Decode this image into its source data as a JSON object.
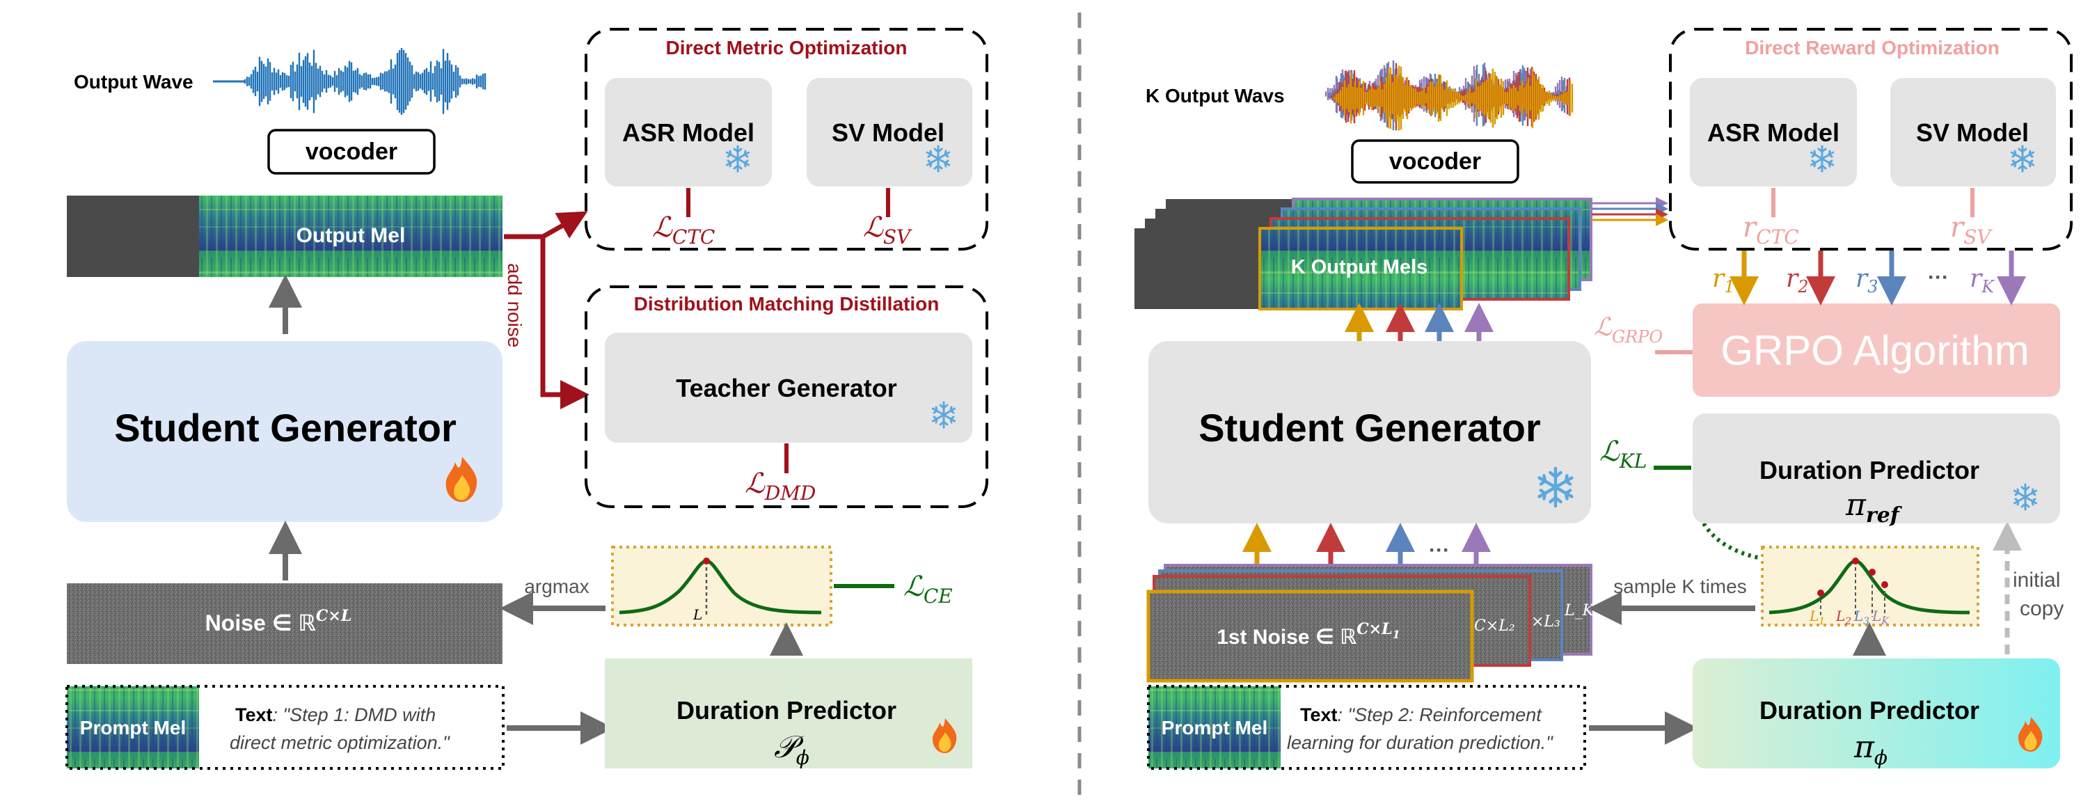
{
  "left": {
    "output_wave_label": "Output Wave",
    "vocoder": "vocoder",
    "output_mel": "Output Mel",
    "add_noise": "add noise",
    "dmo_title": "Direct Metric Optimization",
    "asr_model": "ASR Model",
    "sv_model": "SV Model",
    "loss_ctc": "ℒ",
    "loss_ctc_sub": "CTC",
    "loss_sv": "ℒ",
    "loss_sv_sub": "SV",
    "dmd_title": "Distribution Matching Distillation",
    "teacher_generator": "Teacher Generator",
    "loss_dmd": "ℒ",
    "loss_dmd_sub": "DMD",
    "student_generator": "Student Generator",
    "argmax": "argmax",
    "loss_ce": "ℒ",
    "loss_ce_sub": "CE",
    "curve_label": "L",
    "noise": "Noise ∈ ℝ",
    "noise_sup": "C×L",
    "prompt_mel": "Prompt Mel",
    "text_label": "Text",
    "text_line1": ": \"Step 1: DMD with",
    "text_line2": "direct metric optimization.\"",
    "duration_predictor": "Duration Predictor",
    "dp_symbol": "𝒫",
    "dp_sub": "ϕ"
  },
  "right": {
    "k_output_wavs_label": "K Output Wavs",
    "vocoder": "vocoder",
    "k_output_mels": "K Output Mels",
    "dro_title": "Direct Reward Optimization",
    "asr_model": "ASR Model",
    "sv_model": "SV Model",
    "r_ctc": "r",
    "r_ctc_sub": "CTC",
    "r_sv": "r",
    "r_sv_sub": "SV",
    "rewards": [
      {
        "base": "r",
        "sub": "1"
      },
      {
        "base": "r",
        "sub": "2"
      },
      {
        "base": "r",
        "sub": "3"
      },
      {
        "base": "r",
        "sub": "K"
      }
    ],
    "ellipsis": "···",
    "loss_grpo": "ℒ",
    "loss_grpo_sub": "GRPO",
    "grpo_algorithm": "GRPO Algorithm",
    "loss_kl": "ℒ",
    "loss_kl_sub": "KL",
    "student_generator": "Student Generator",
    "duration_predictor_ref": "Duration Predictor",
    "pi_ref": "π",
    "pi_ref_sub": "ref",
    "sample_k_times": "sample K times",
    "initial": "initial",
    "copy": "copy",
    "curve_labels": [
      "L",
      "L",
      "L",
      "L"
    ],
    "curve_label_subs": [
      "1",
      "2",
      "3",
      "K"
    ],
    "noise_first": "1st Noise ∈ ℝ",
    "noise_first_sup": "C×L",
    "noise_first_sup_sub": "1",
    "noise_stack_labels": [
      "C×L₂",
      "×L₃",
      "L_K"
    ],
    "prompt_mel": "Prompt Mel",
    "text_label": "Text",
    "text_line1": ": \"Step 2: Reinforcement",
    "text_line2": "learning for duration prediction.\"",
    "duration_predictor": "Duration Predictor",
    "pi_phi": "π",
    "pi_phi_sub": "ϕ"
  },
  "colors": {
    "dark_red": "#a0111b",
    "green": "#0e6b12",
    "pink": "#f0a0a0",
    "grpo_fill": "#f6c6c4",
    "blue_box": "#dbe7f7",
    "gray_box": "#e4e4e4",
    "green_box": "#dcebd6",
    "cyan_box": "#d8f2ec",
    "yellow_box": "#fbf3d8",
    "orange": "#d89a00",
    "red_arrow": "#c23b3b",
    "blue_arrow": "#5b84bd",
    "purple_arrow": "#9b78b8",
    "gray_arrow": "#6b6b6b",
    "wave_blue": "#1f72b8"
  },
  "icons": [
    "snowflake-icon",
    "fire-icon",
    "waveform-icon",
    "mel-spectrogram"
  ]
}
